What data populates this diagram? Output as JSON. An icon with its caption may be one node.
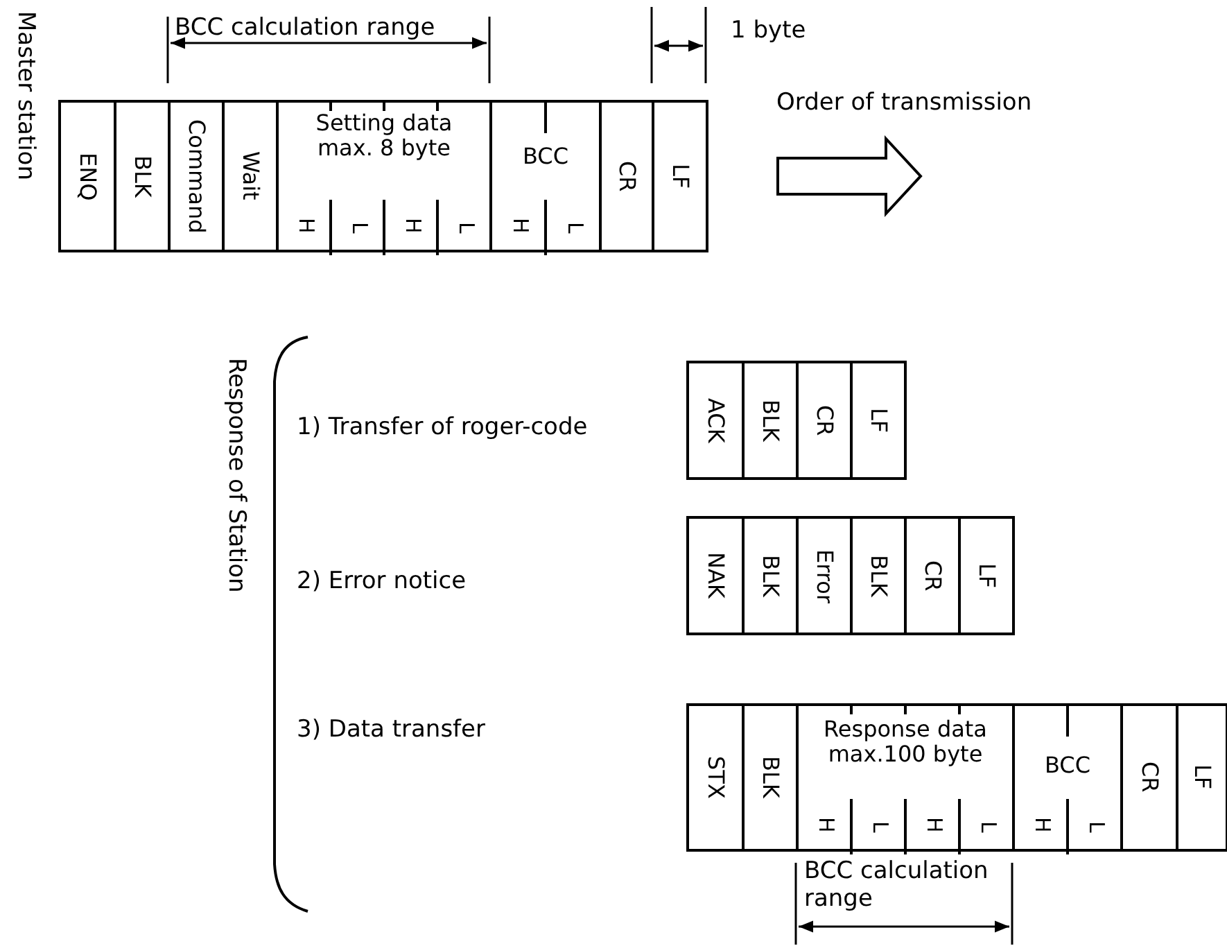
{
  "diagram": {
    "nodes": [
      {
        "text": [
          "ENQ"
        ]
      },
      {
        "text": [
          "BLK"
        ]
      },
      {
        "text": [
          "Command"
        ]
      },
      {
        "text": [
          "Wait"
        ]
      },
      {
        "text": [
          "Setting data max. 8 byte",
          "H",
          "L",
          "H",
          "L"
        ]
      },
      {
        "text": [
          "BCC",
          "H",
          "L"
        ]
      },
      {
        "text": [
          "CR"
        ]
      },
      {
        "text": [
          "LF"
        ]
      },
      {
        "text": [
          "ACK"
        ]
      },
      {
        "text": [
          "BLK"
        ]
      },
      {
        "text": [
          "CR"
        ]
      },
      {
        "text": [
          "LF"
        ]
      },
      {
        "text": [
          "NAK"
        ]
      },
      {
        "text": [
          "BLK"
        ]
      },
      {
        "text": [
          "Error"
        ]
      },
      {
        "text": [
          "BLK"
        ]
      },
      {
        "text": [
          "CR"
        ]
      },
      {
        "text": [
          "LF"
        ]
      },
      {
        "text": [
          "STX"
        ]
      },
      {
        "text": [
          "BLK"
        ]
      },
      {
        "text": [
          "Response data max.100 byte",
          "H",
          "L",
          "H",
          "L"
        ]
      },
      {
        "text": [
          "BCC",
          "H",
          "L"
        ]
      },
      {
        "text": [
          "CR"
        ]
      },
      {
        "text": [
          "LF"
        ]
      }
    ],
    "edges": [],
    "labels": [
      "BCC calculation range",
      "1 byte",
      "Master station",
      "Order of transmission",
      "Response of Station",
      "1) Transfer of roger-code",
      "2) Error notice",
      "3) Data transfer",
      "BCC calculation range"
    ]
  }
}
